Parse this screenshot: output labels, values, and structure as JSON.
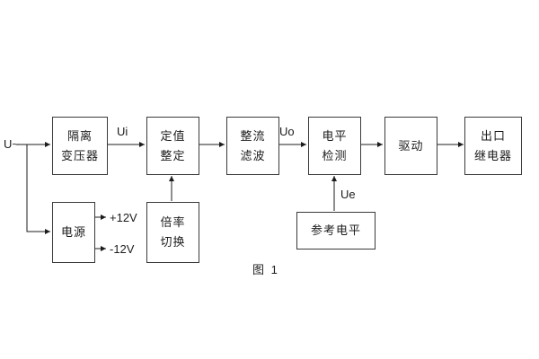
{
  "diagram": {
    "caption": "图 1",
    "labels": {
      "input": "U~",
      "ui": "Ui",
      "uo": "Uo",
      "ue": "Ue",
      "plus12": "+12V",
      "minus12": "-12V"
    },
    "blocks": {
      "isolation_transformer": {
        "line1": "隔离",
        "line2": "变压器"
      },
      "setpoint": {
        "line1": "定值",
        "line2": "整定"
      },
      "rectifier_filter": {
        "line1": "整流",
        "line2": "滤波"
      },
      "level_detection": {
        "line1": "电平",
        "line2": "检测"
      },
      "drive": {
        "label": "驱动"
      },
      "output_relay": {
        "line1": "出口",
        "line2": "继电器"
      },
      "power_supply": {
        "label": "电源"
      },
      "ratio_switch": {
        "line1": "倍率",
        "line2": "切换"
      },
      "reference_level": {
        "label": "参考电平"
      }
    }
  }
}
